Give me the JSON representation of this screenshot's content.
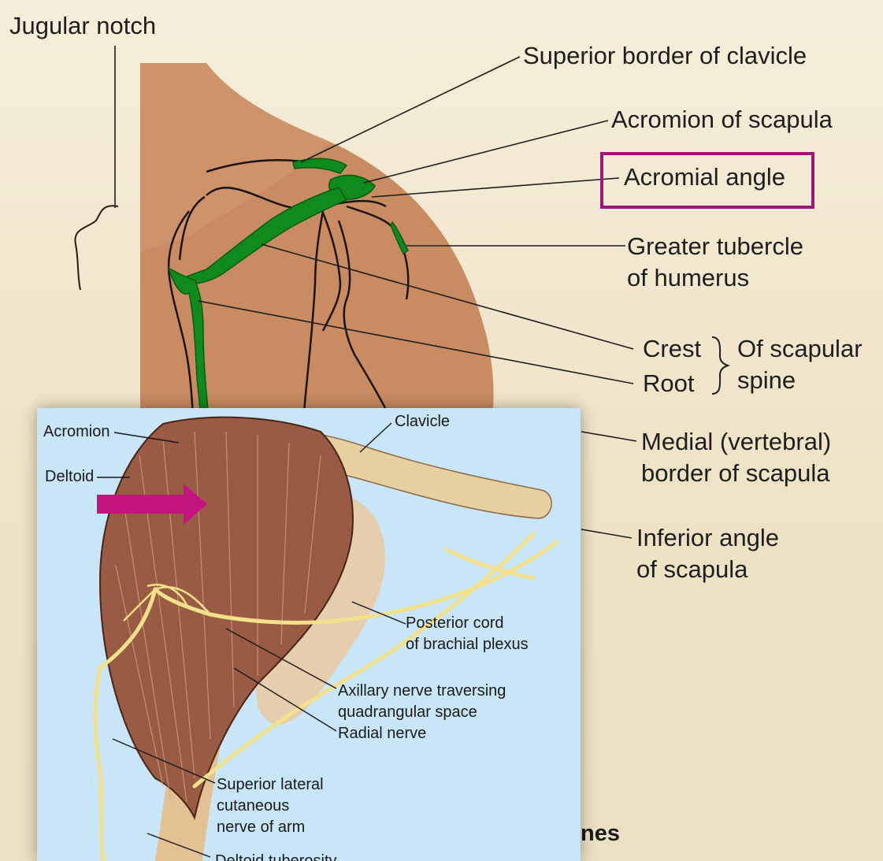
{
  "main_figure": {
    "labels": {
      "jugular_notch": "Jugular notch",
      "superior_border_clavicle": "Superior border of clavicle",
      "acromion_scapula": "Acromion of scapula",
      "acromial_angle": "Acromial angle",
      "greater_tubercle": [
        "Greater tubercle",
        "of humerus"
      ],
      "crest": "Crest",
      "root": "Root",
      "of_scapular_spine": [
        "Of scapular",
        "spine"
      ],
      "medial_border": [
        "Medial (vertebral)",
        "border of scapula"
      ],
      "inferior_angle": [
        "Inferior angle",
        "of scapula"
      ]
    },
    "partial_text": "nes",
    "colors": {
      "background": "#f3ead3",
      "skin": "#c88b62",
      "bone_highlight": "#0f8a1c",
      "highlight_box": "#a3147b"
    }
  },
  "inset_figure": {
    "labels": {
      "acromion": "Acromion",
      "clavicle": "Clavicle",
      "deltoid": "Deltoid",
      "posterior_cord": [
        "Posterior cord",
        "of brachial plexus"
      ],
      "axillary_nerve": [
        "Axillary nerve traversing",
        "quadrangular space"
      ],
      "radial_nerve": "Radial nerve",
      "superior_lateral_cutaneous": [
        "Superior lateral",
        "cutaneous",
        "nerve of arm"
      ],
      "deltoid_tuberosity": "Deltoid tuberosity"
    },
    "colors": {
      "background": "#c8e6f7",
      "muscle": "#9a5b44",
      "bone": "#e8cfa0",
      "nerve": "#f2e08a",
      "arrow": "#c4147e"
    }
  }
}
